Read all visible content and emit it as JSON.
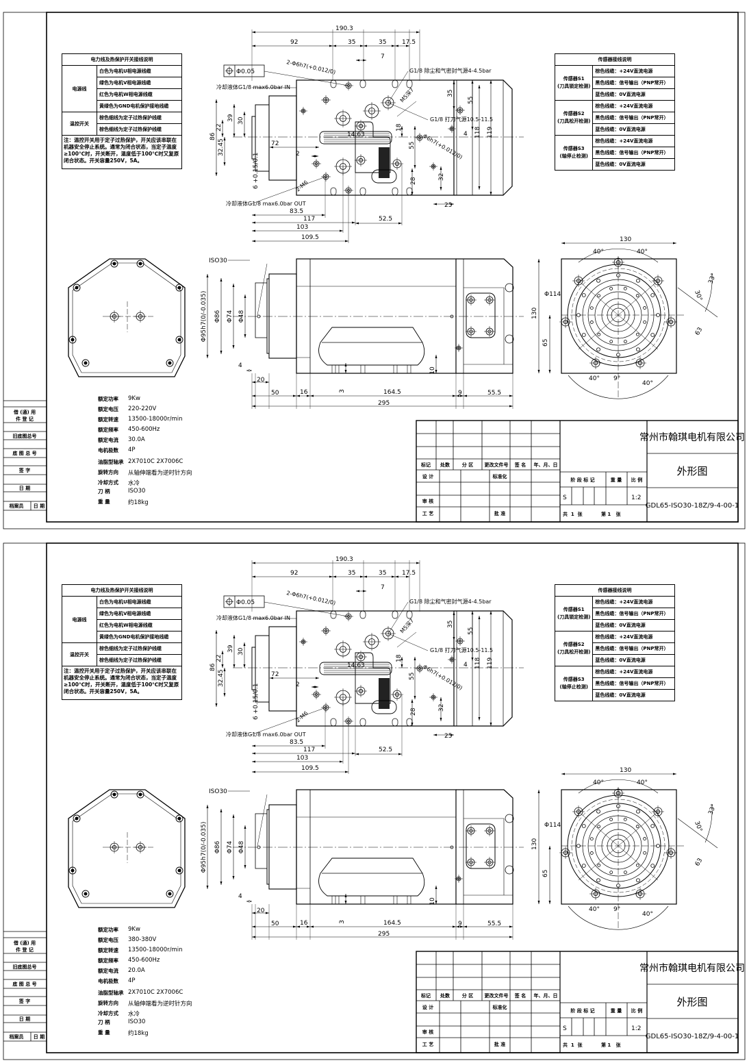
{
  "drawing": {
    "power_table": {
      "title": "电力线及热保护开关接线说明",
      "group1": "电源线",
      "group1_rows": [
        "白色为电机U相电源线缆",
        "绿色为电机V相电源线缆",
        "红色为电机W相电源线缆",
        "黄绿色为GND电机保护接地线缆"
      ],
      "group2": "温控开关",
      "group2_rows": [
        "棕色细线为定子过热保护线缆",
        "棕色细线为定子过热保护线缆"
      ],
      "note": "注：温控开关用于定子过热保护，开关应该串联在机器安全停止系统。通常为闭合状态，当定子温度≥100℃时，开关断开，温度低于100℃时又复原闭合状态。开关容量250V，5A。"
    },
    "sensor_table": {
      "title": "传感器接线说明",
      "sensors": [
        {
          "name": "传感器S1",
          "desc": "(刀具锁定检测)"
        },
        {
          "name": "传感器S2",
          "desc": "(刀具松开检测)"
        },
        {
          "name": "传感器S3",
          "desc": "(轴停止检测)"
        }
      ],
      "rows": [
        "棕色线缆：+24V直流电源",
        "黑色线缆：信号输出（PNP常开）",
        "蓝色线缆：0V直流电源"
      ]
    },
    "top_view": {
      "tolerance_frame": "Φ0.05",
      "callouts": {
        "pin_holes": "2-Φ6h7(+0.012/0)",
        "coolant_in": "冷却液体G1/8 max6.0bar IN",
        "air_seal": "G1/8 除尘和气密封气源4-4.5bar",
        "m5": "M5深7",
        "tool_release_air": "G1/8 打刀气源10.5-11.5",
        "pin_hole": "Φ6h7(+0.012/0)",
        "m6": "2-M6",
        "coolant_out": "冷却液体G1/8 max6.0bar OUT"
      },
      "dims": [
        "190.3",
        "92",
        "35",
        "35",
        "17.5",
        "7",
        "86",
        "32.45",
        "22",
        "39",
        "30",
        "72",
        "2",
        "14.63",
        "18",
        "55",
        "35",
        "55",
        "118",
        "119",
        "4",
        "32",
        "28",
        "25",
        "6 +0.15/0.1",
        "83.5",
        "117",
        "52.5",
        "103",
        "109.5"
      ]
    },
    "side_view": {
      "taper": "ISO30",
      "dims": [
        "Φ95h7(0/-0.035)",
        "Φ86",
        "Φ74",
        "Φ48",
        "4",
        "20",
        "50",
        "16",
        "164.5",
        "9",
        "55.5",
        "295",
        "3",
        "10"
      ]
    },
    "flange_view": {
      "dims": [
        "130",
        "130",
        "65",
        "40°",
        "40°",
        "40°",
        "40°",
        "33°",
        "30°",
        "Φ114",
        "63",
        "9°"
      ]
    },
    "title_block": {
      "company": "常州市翰琪电机有限公司",
      "drawing_name": "外形图",
      "drawing_number": "GDL65-ISO30-18Z/9-4-00-1",
      "headers": [
        "标记",
        "处数",
        "分 区",
        "更改文件号",
        "签 名",
        "年、月、日"
      ],
      "roles": [
        "设 计",
        "标准化",
        "审 核",
        "工 艺",
        "批 准"
      ],
      "stage_headers": [
        "阶 段 标 记",
        "重 量",
        "比 例"
      ],
      "stage": "S",
      "scale": "1:2",
      "sheet_total": "共  1  张",
      "sheet_no": "第 1   张"
    },
    "left_strip": [
      "借 (通) 用",
      "件 登 记",
      "旧底图总号",
      "底 图 总 号",
      "签   字",
      "日   期",
      "档案员",
      "日 期"
    ]
  },
  "sheets": [
    {
      "specs": [
        {
          "label": "额定功率",
          "value": "9Kw"
        },
        {
          "label": "额定电压",
          "value": "220-220V"
        },
        {
          "label": "额定转速",
          "value": "13500-18000r/min"
        },
        {
          "label": "额定频率",
          "value": "450-600Hz"
        },
        {
          "label": "额定电流",
          "value": "30.0A"
        },
        {
          "label": "电机极数",
          "value": "4P"
        },
        {
          "label": "油脂型轴承",
          "value": "2X7010C  2X7006C"
        },
        {
          "label": "旋转方向",
          "value": "从轴伸端看为逆时针方向"
        },
        {
          "label": "冷却方式",
          "value": "水冷"
        },
        {
          "label": "刀    柄",
          "value": "ISO30"
        },
        {
          "label": "重    量",
          "value": "约18kg"
        }
      ]
    },
    {
      "specs": [
        {
          "label": "额定功率",
          "value": "9Kw"
        },
        {
          "label": "额定电压",
          "value": "380-380V"
        },
        {
          "label": "额定转速",
          "value": "13500-18000r/min"
        },
        {
          "label": "额定频率",
          "value": "450-600Hz"
        },
        {
          "label": "额定电流",
          "value": "20.0A"
        },
        {
          "label": "电机极数",
          "value": "4P"
        },
        {
          "label": "油脂型轴承",
          "value": "2X7010C  2X7006C"
        },
        {
          "label": "旋转方向",
          "value": "从轴伸端看为逆时针方向"
        },
        {
          "label": "冷却方式",
          "value": "水冷"
        },
        {
          "label": "刀    柄",
          "value": "ISO30"
        },
        {
          "label": "重    量",
          "value": "约18kg"
        }
      ]
    }
  ]
}
